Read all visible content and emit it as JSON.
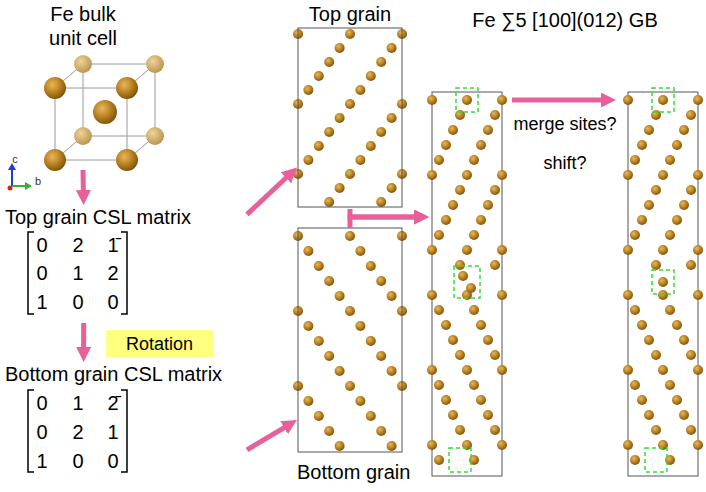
{
  "diagram": {
    "nodes": [
      {
        "text": [
          "Fe bulk unit cell"
        ]
      },
      {
        "text": [
          "Top grain CSL matrix"
        ]
      },
      {
        "text": [
          "Rotation"
        ]
      },
      {
        "text": [
          "Bottom grain CSL matrix"
        ]
      },
      {
        "text": [
          "Top grain"
        ]
      },
      {
        "text": [
          "Bottom grain"
        ]
      },
      {
        "text": [
          "Fe ∑5 [100](012) GB"
        ]
      }
    ],
    "edges": [
      {
        "from": 0,
        "to": 1,
        "arrow": "to"
      },
      {
        "from": 1,
        "to": 3,
        "arrow": "to"
      },
      {
        "from": 1,
        "to": 4,
        "arrow": "to"
      },
      {
        "from": 3,
        "to": 5,
        "arrow": "to"
      },
      {
        "from": 4,
        "to": 6,
        "arrow": "to"
      },
      {
        "from": 5,
        "to": 6,
        "arrow": "to"
      }
    ],
    "labels": [
      "c",
      "b",
      "0",
      "2",
      "1̄",
      "0",
      "1",
      "2",
      "1",
      "0",
      "0",
      "0",
      "1",
      "2̄",
      "0",
      "2",
      "1",
      "1",
      "0",
      "0",
      "merge sites?",
      "shift?"
    ]
  }
}
